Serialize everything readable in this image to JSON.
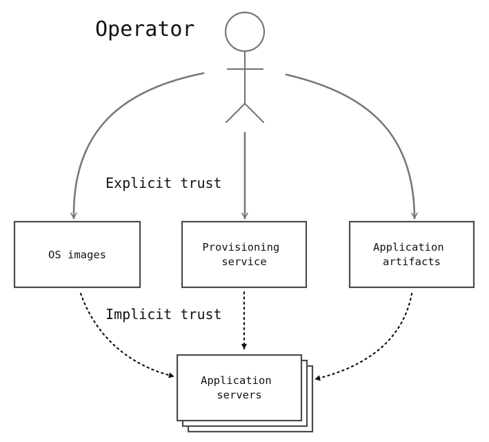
{
  "actor": {
    "label": "Operator"
  },
  "labels": {
    "explicit": "Explicit trust",
    "implicit": "Implicit trust"
  },
  "nodes": {
    "os_images": [
      "OS images"
    ],
    "provisioning": [
      "Provisioning",
      "service"
    ],
    "artifacts": [
      "Application",
      "artifacts"
    ],
    "servers": [
      "Application",
      "servers"
    ]
  }
}
